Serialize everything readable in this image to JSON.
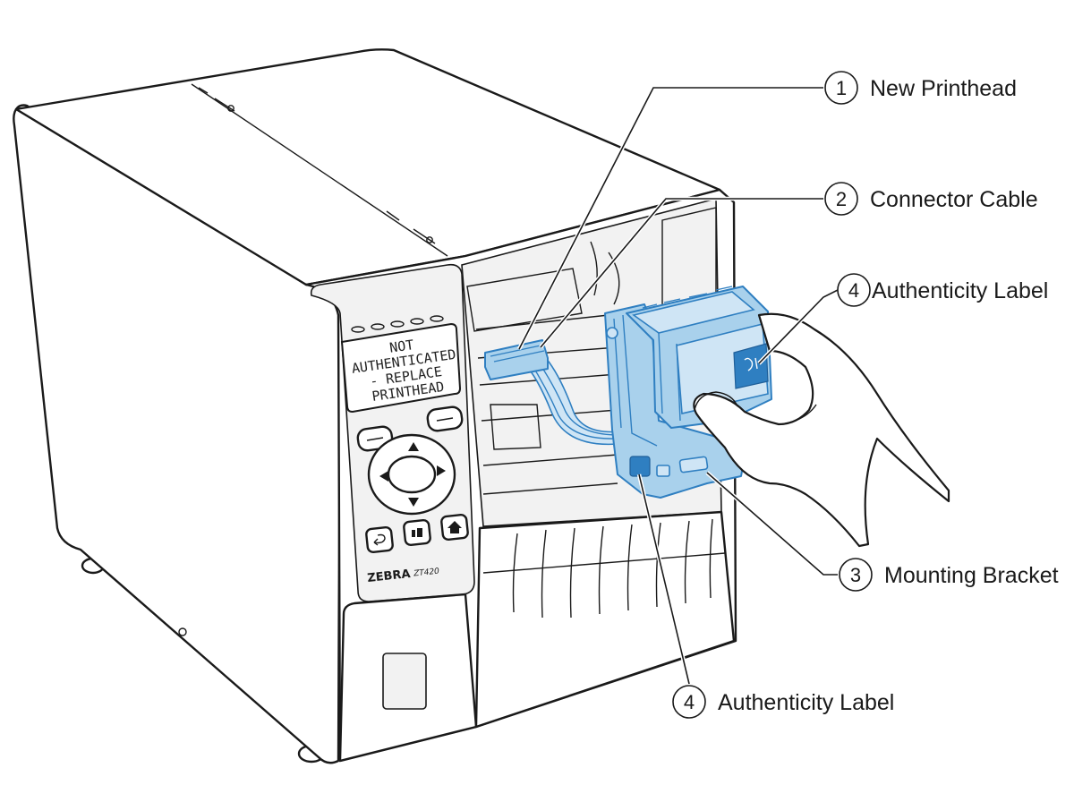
{
  "callouts": [
    {
      "number": "1",
      "label": "New Printhead"
    },
    {
      "number": "2",
      "label": "Connector Cable"
    },
    {
      "number": "4",
      "label": "Authenticity Label"
    },
    {
      "number": "3",
      "label": "Mounting Bracket"
    },
    {
      "number": "4",
      "label": "Authenticity Label"
    }
  ],
  "lcd_lines": [
    "NOT",
    "AUTHENTICATED",
    "- REPLACE",
    "PRINTHEAD"
  ],
  "printer": {
    "brand": "ZEBRA",
    "model": "ZT420"
  },
  "colors": {
    "highlight": "#a9d1ec",
    "highlight_stroke": "#2f7fc1",
    "line": "#1a1a1a"
  },
  "icons": [
    "back-arrow-icon",
    "feed-icon",
    "home-icon",
    "up-arrow-icon",
    "down-arrow-icon",
    "left-arrow-icon",
    "right-arrow-icon"
  ]
}
